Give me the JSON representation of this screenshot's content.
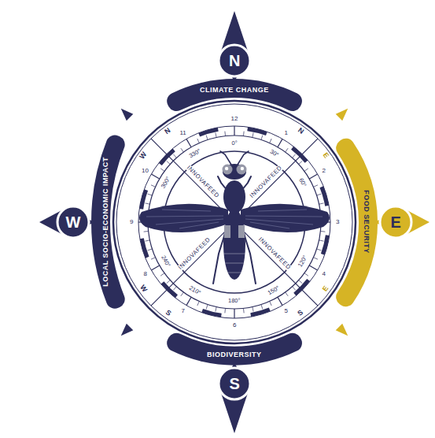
{
  "diagram": {
    "nodes": [
      {
        "text": [
          "N"
        ]
      },
      {
        "text": [
          "CLIMATE CHANGE"
        ]
      },
      {
        "text": [
          "E"
        ]
      },
      {
        "text": [
          "FOOD SECURITY"
        ]
      },
      {
        "text": [
          "S"
        ]
      },
      {
        "text": [
          "BIODIVERSITY"
        ]
      },
      {
        "text": [
          "W"
        ]
      },
      {
        "text": [
          "LOCAL SOCIO-ECONOMIC IMPACT"
        ]
      }
    ],
    "labels": [
      "W",
      "N",
      "N",
      "E",
      "E",
      "S",
      "S",
      "W",
      "12",
      "1",
      "2",
      "3",
      "4",
      "5",
      "6",
      "7",
      "8",
      "9",
      "10",
      "11",
      "0°",
      "30°",
      "60°",
      "120°",
      "150°",
      "180°",
      "210°",
      "240°",
      "300°",
      "330°",
      "INNOVAFEED",
      "INNOVAFEED",
      "INNOVAFEED",
      "INNOVAFEED"
    ]
  }
}
